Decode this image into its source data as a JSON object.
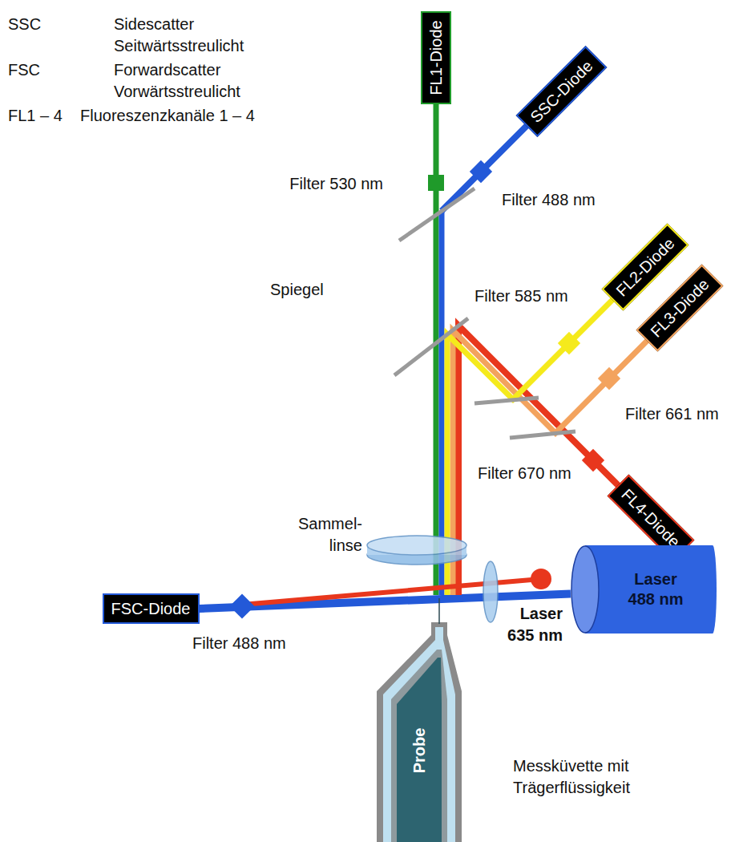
{
  "diagram": {
    "nodes": [
      {
        "text": [
          "FL1-Diode"
        ]
      },
      {
        "text": [
          "SSC-Diode"
        ]
      },
      {
        "text": [
          "FL2-Diode"
        ]
      },
      {
        "text": [
          "FL3-Diode"
        ]
      },
      {
        "text": [
          "FL4-Diode"
        ]
      },
      {
        "text": [
          "FSC-Diode"
        ]
      },
      {
        "text": [
          "Laser 488 nm"
        ]
      },
      {
        "text": [
          "Probe"
        ]
      }
    ],
    "edges": [
      {
        "from": 6,
        "to": 5,
        "arrow": "none"
      }
    ],
    "labels": [
      "SSC",
      "Sidescatter Seitwärtsstreulicht",
      "FSC",
      "Forwardscatter Vorwärtsstreulicht",
      "FL1 – 4",
      "Fluoreszenzkanäle 1 – 4",
      "Filter 530 nm",
      "Filter 488 nm",
      "Spiegel",
      "Filter 585 nm",
      "Filter 661 nm",
      "Filter 670 nm",
      "Sammel- linse",
      "Filter 488 nm",
      "Laser 635 nm",
      "Messküvette mit Trägerflüssigkeit"
    ]
  }
}
